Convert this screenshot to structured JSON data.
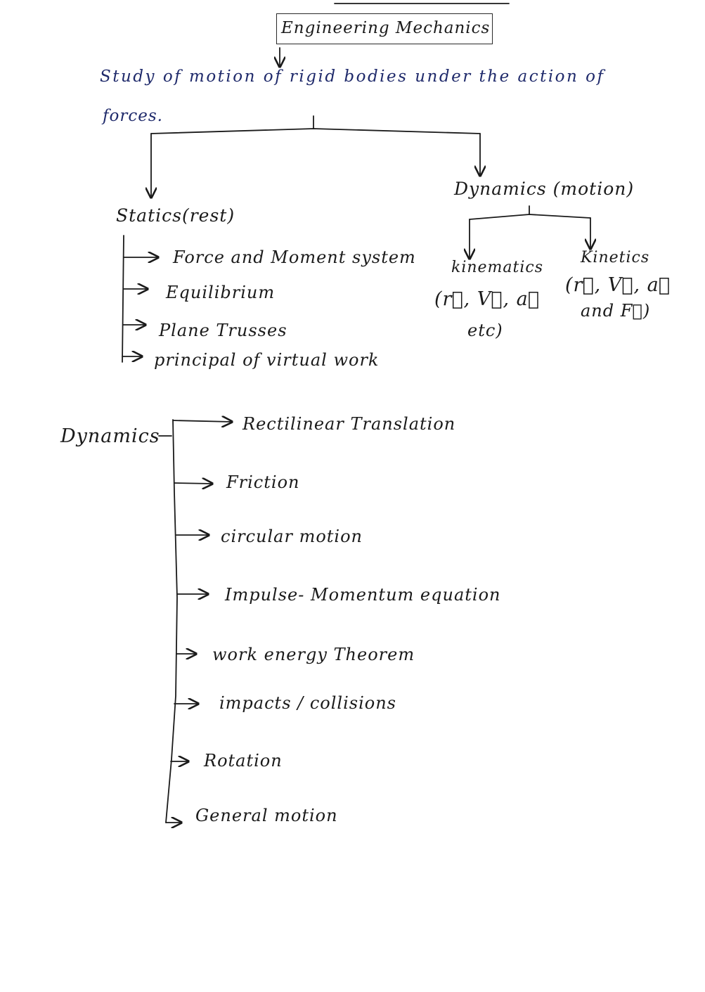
{
  "title": "Engineering Mechanics",
  "definition": {
    "line1": "Study of motion of rigid bodies under the action of",
    "line2": "forces."
  },
  "statics": {
    "label": "Statics(rest)",
    "items": [
      "Force and Moment system",
      "Equilibrium",
      "Plane Trusses",
      "principal of virtual work"
    ]
  },
  "dynamics_top": {
    "label": "Dynamics (motion)",
    "kinematics": {
      "label": "kinematics",
      "vars": "(r⃗, V⃗, a⃗",
      "tail": "etc)"
    },
    "kinetics": {
      "label": "Kinetics",
      "vars": "(r⃗, V⃗, a⃗",
      "tail": "and F⃗)"
    }
  },
  "dynamics_list": {
    "label": "Dynamics",
    "items": [
      "Rectilinear Translation",
      "Friction",
      "circular motion",
      "Impulse- Momentum equation",
      "work energy Theorem",
      "impacts / collisions",
      "Rotation",
      "General motion"
    ]
  },
  "colors": {
    "ink": "#1a1a1a",
    "blue_ink": "#1f2a6b"
  }
}
